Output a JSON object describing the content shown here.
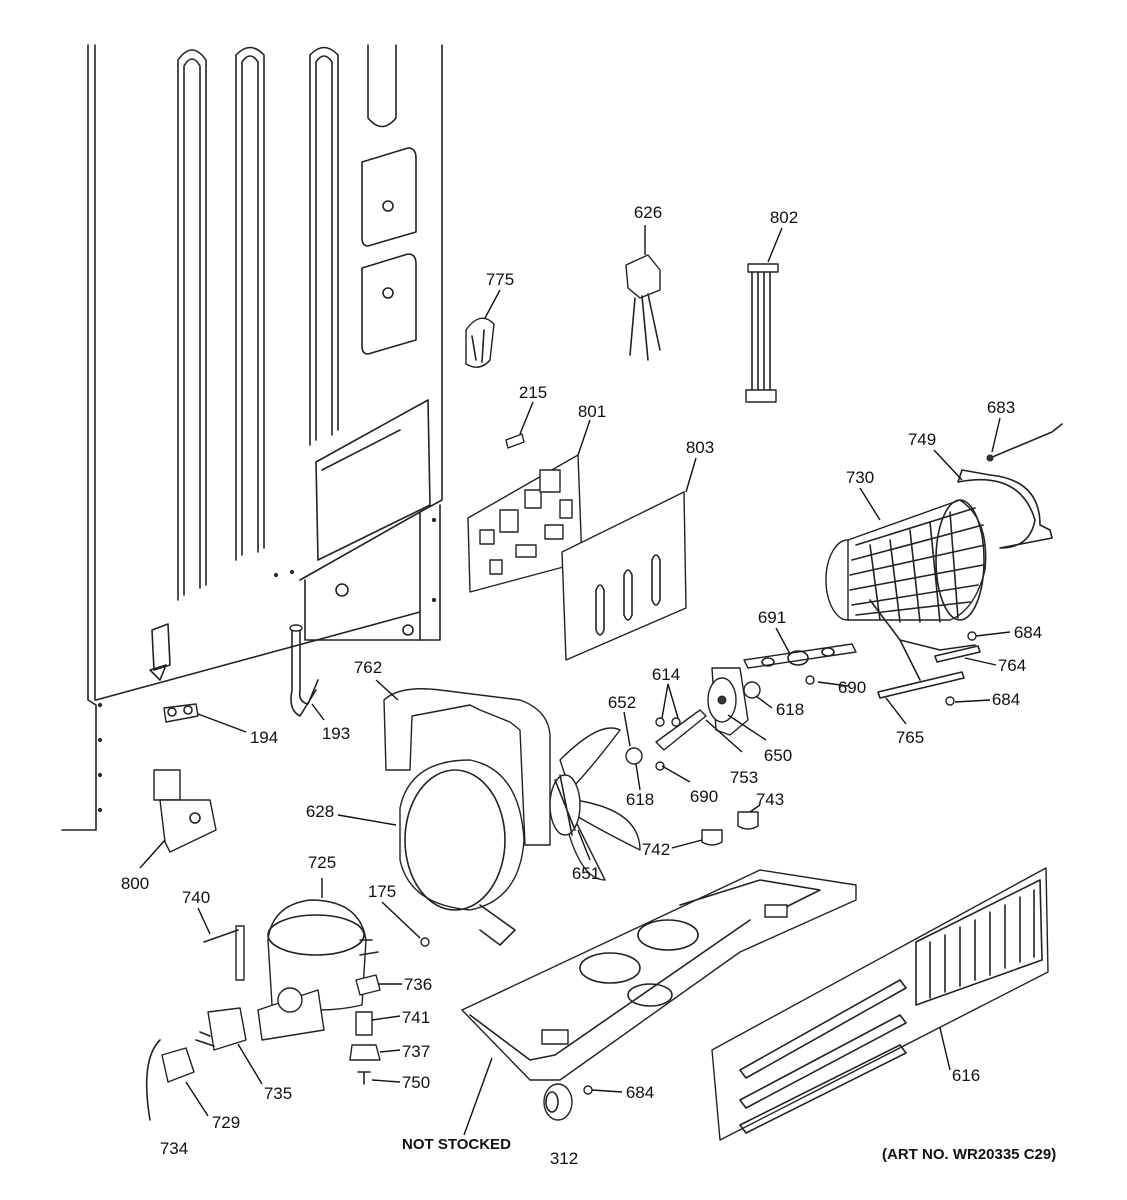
{
  "labels": {
    "l626": "626",
    "l802": "802",
    "l775": "775",
    "l215": "215",
    "l801": "801",
    "l803": "803",
    "l683": "683",
    "l749": "749",
    "l730": "730",
    "l691": "691",
    "l684a": "684",
    "l764": "764",
    "l684b": "684",
    "l614": "614",
    "l652": "652",
    "l762": "762",
    "l690a": "690",
    "l765": "765",
    "l618a": "618",
    "l650": "650",
    "l753": "753",
    "l618b": "618",
    "l690b": "690",
    "l194": "194",
    "l193": "193",
    "l743": "743",
    "l628": "628",
    "l742": "742",
    "l651": "651",
    "l800": "800",
    "l725": "725",
    "l175": "175",
    "l740": "740",
    "l736": "736",
    "l741": "741",
    "l737": "737",
    "l750": "750",
    "l735": "735",
    "l729": "729",
    "l734": "734",
    "l684c": "684",
    "l616": "616",
    "l312": "312"
  },
  "notes": {
    "not_stocked": "NOT STOCKED",
    "art_no": "(ART NO. WR20335 C29)"
  }
}
